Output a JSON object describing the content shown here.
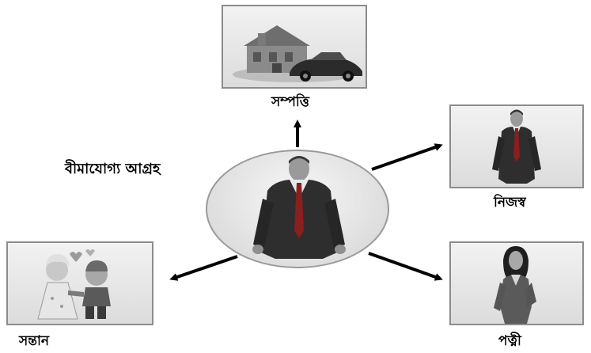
{
  "diagram": {
    "center_label": "বীমাযোগ্য আগ্রহ",
    "nodes": {
      "property": {
        "label": "সম্পত্তি",
        "icon": "house-and-car-icon"
      },
      "self": {
        "label": "নিজস্ব",
        "icon": "businessman-icon"
      },
      "wife": {
        "label": "পত্নী",
        "icon": "woman-icon"
      },
      "children": {
        "label": "সন্তান",
        "icon": "children-icon"
      }
    },
    "center_icon": "businessman-icon",
    "colors": {
      "arrow": "#000000",
      "box_border": "#8c8c8c",
      "box_fill": "#e6e6e6"
    }
  }
}
